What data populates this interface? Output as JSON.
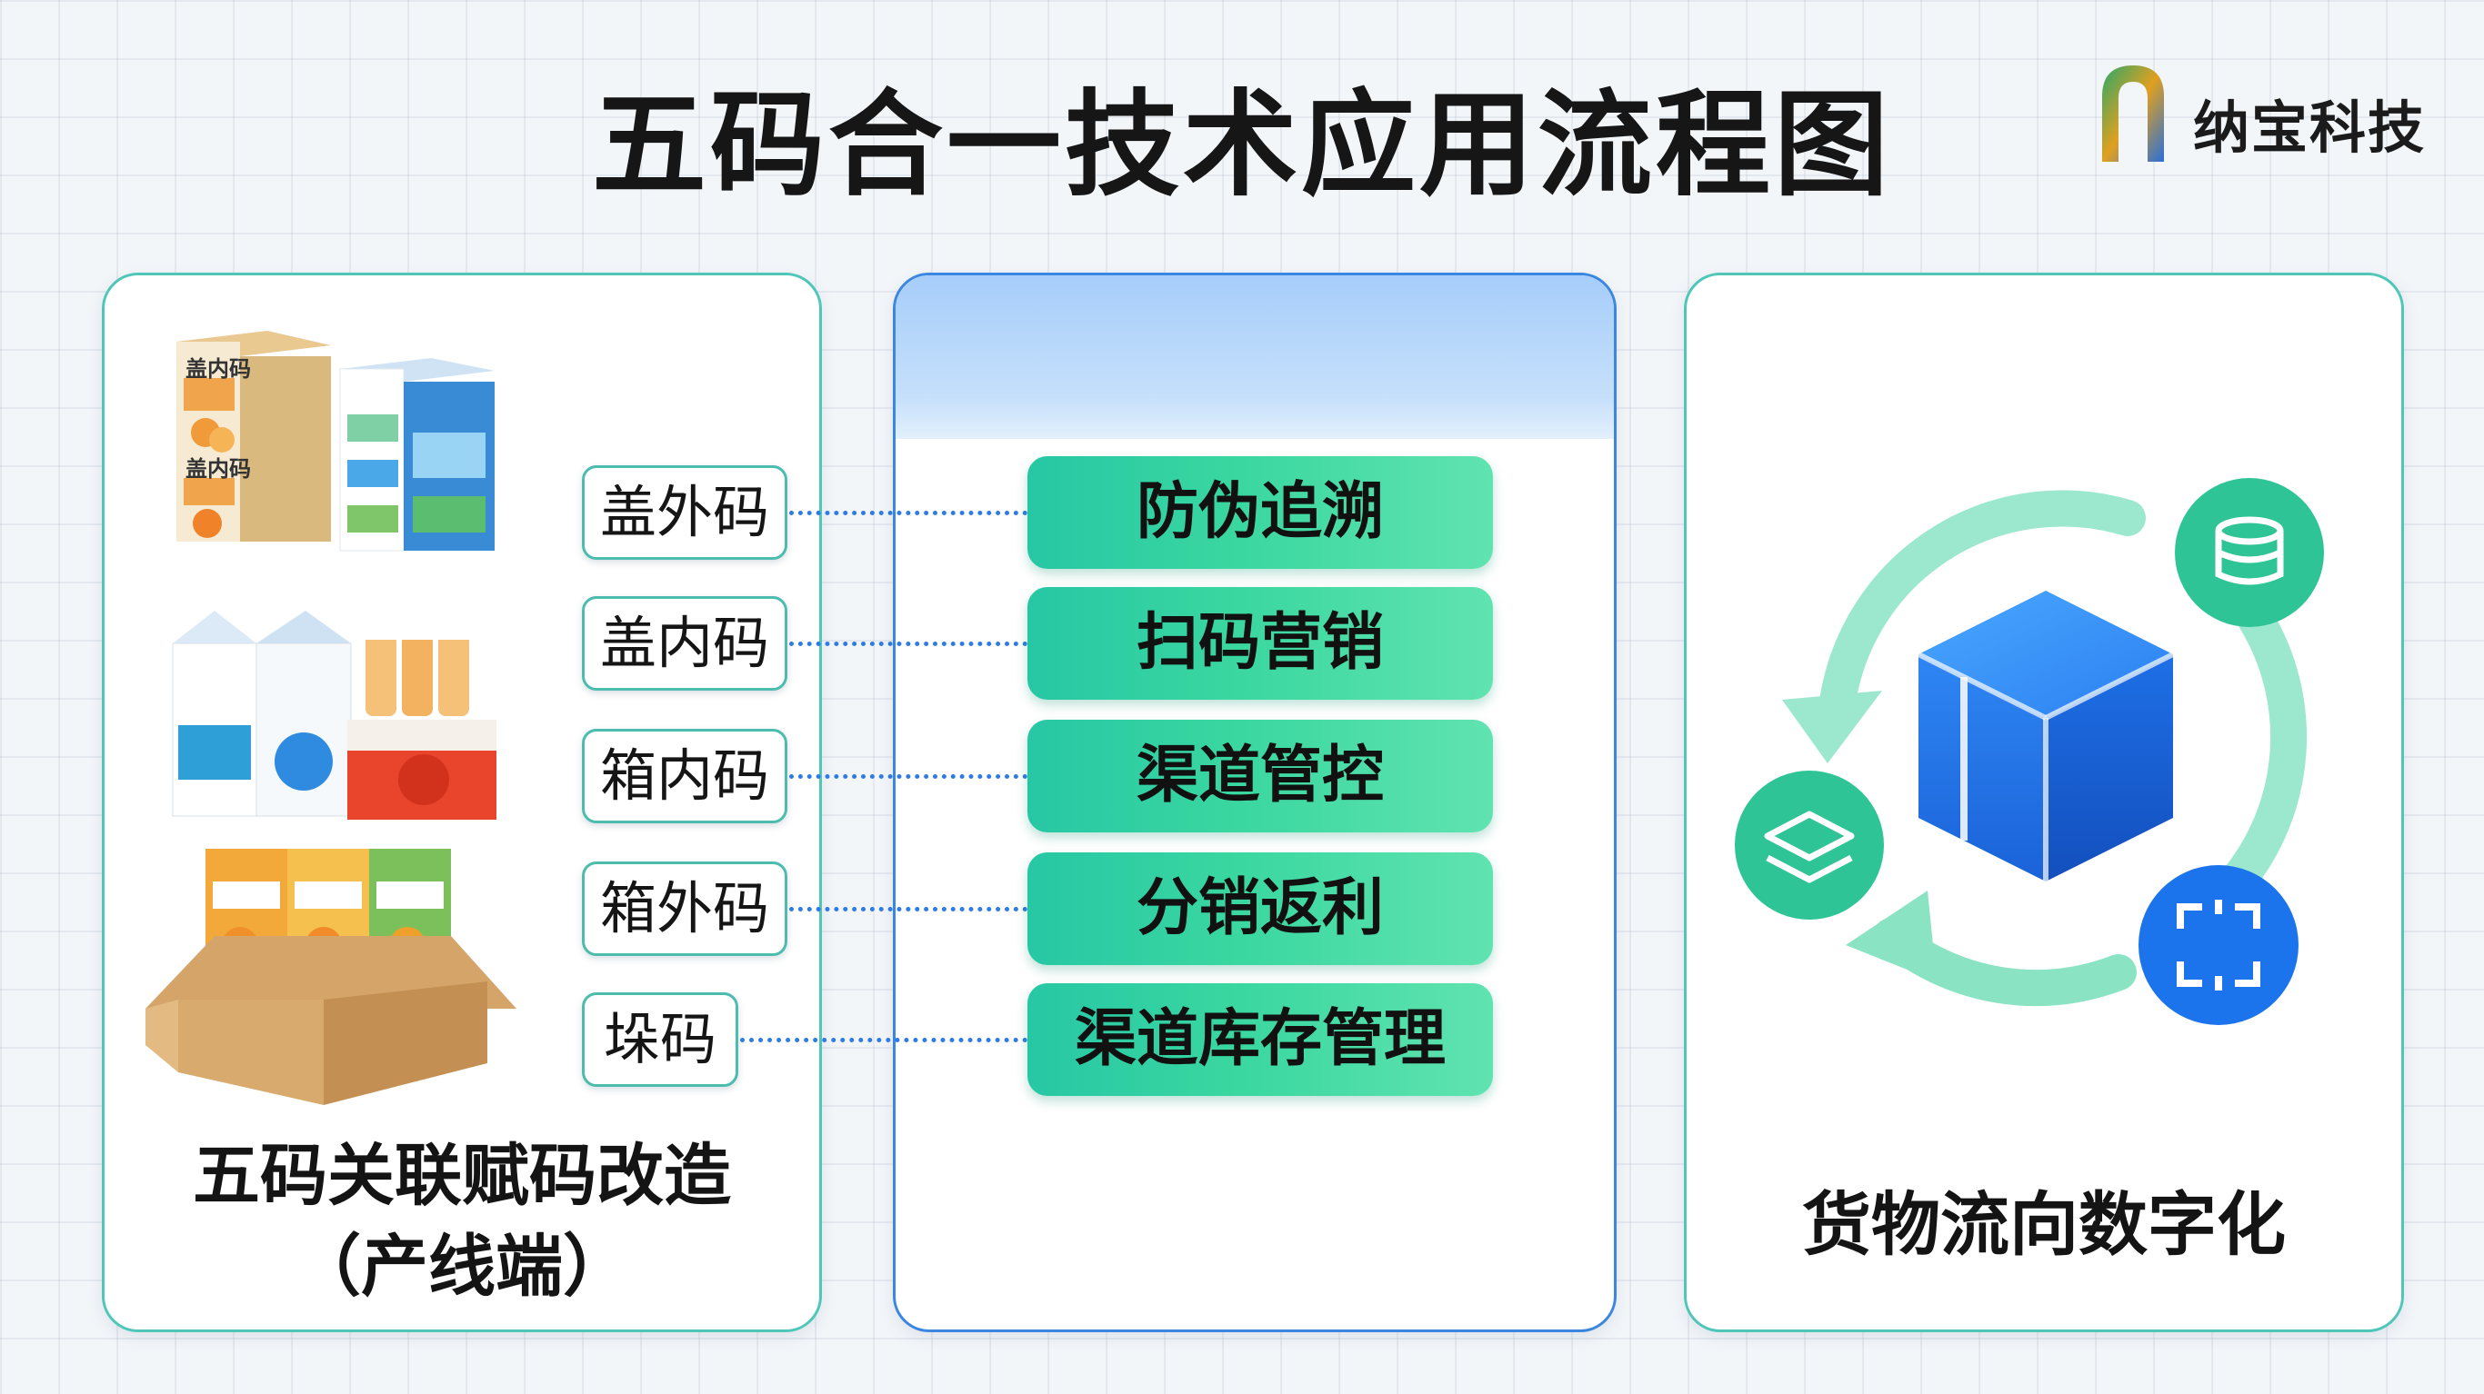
{
  "title": "五码合一技术应用流程图",
  "brand": {
    "name": "纳宝科技"
  },
  "left_panel": {
    "codes": [
      "盖外码",
      "盖内码",
      "箱内码",
      "箱外码",
      "垛码"
    ],
    "caption_line1": "五码关联赋码改造",
    "caption_line2": "（产线端）",
    "product_labels": [
      "盖内码",
      "盖内码"
    ]
  },
  "middle_panel": {
    "functions": [
      "防伪追溯",
      "扫码营销",
      "渠道管控",
      "分销返利",
      "渠道库存管理"
    ]
  },
  "right_panel": {
    "caption": "货物流向数字化",
    "icons": [
      "cube-icon",
      "database-icon",
      "layers-icon",
      "scan-icon"
    ]
  },
  "colors": {
    "teal_border": "#4fc7b8",
    "blue_border": "#3a86e0",
    "function_green": "#3ad7a0",
    "connector_blue": "#2e7be6",
    "cube_blue": "#1e74ec"
  }
}
